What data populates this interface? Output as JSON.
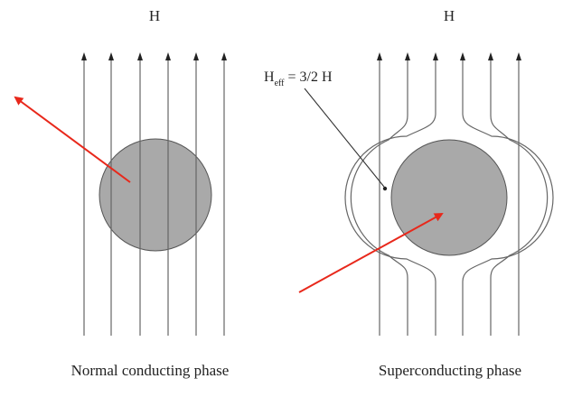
{
  "left_panel": {
    "field_label": "H",
    "caption": "Normal conducting phase"
  },
  "right_panel": {
    "field_label": "H",
    "caption": "Superconducting phase",
    "effective_field": {
      "symbol": "H",
      "subscript": "eff",
      "equation": "= 3/2 H"
    }
  },
  "colors": {
    "field_line": "#666666",
    "sphere_fill": "#a9a9a9",
    "sphere_stroke": "#555555",
    "annotation_arrow": "#e8281b",
    "pointer_line": "#333333"
  },
  "icons": [
    "field-line-arrowhead",
    "red-pointer-arrow"
  ]
}
